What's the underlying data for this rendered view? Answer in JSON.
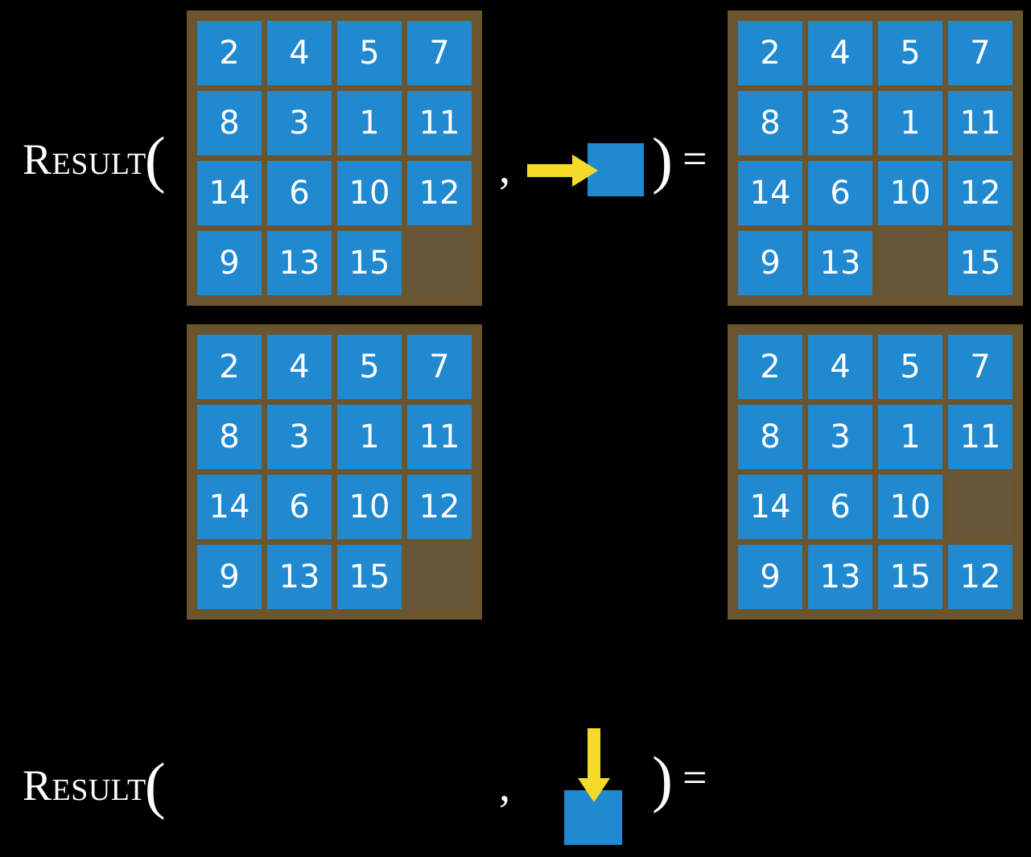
{
  "labels": {
    "function_name": "Result",
    "open_paren": "(",
    "close_paren": ")",
    "comma": ",",
    "equals": "="
  },
  "colors": {
    "background": "#000000",
    "tile": "#2089d0",
    "tile_text": "#ffffff",
    "board_frame": "#6b552e",
    "empty_cell": "#655737",
    "arrow": "#f5da2a",
    "text": "#ffffff"
  },
  "rows": [
    {
      "id": "row-right-move",
      "label": "Result",
      "action": {
        "icon": "arrow-right-icon",
        "direction": "right",
        "description": "slide tile right"
      },
      "input_board": {
        "name": "input-board-row-1",
        "grid": [
          [
            "2",
            "4",
            "5",
            "7"
          ],
          [
            "8",
            "3",
            "1",
            "11"
          ],
          [
            "14",
            "6",
            "10",
            "12"
          ],
          [
            "9",
            "13",
            "15",
            ""
          ]
        ]
      },
      "output_board": {
        "name": "output-board-row-1",
        "grid": [
          [
            "2",
            "4",
            "5",
            "7"
          ],
          [
            "8",
            "3",
            "1",
            "11"
          ],
          [
            "14",
            "6",
            "10",
            "12"
          ],
          [
            "9",
            "13",
            "",
            "15"
          ]
        ]
      }
    },
    {
      "id": "row-down-move",
      "label": "Result",
      "action": {
        "icon": "arrow-down-icon",
        "direction": "down",
        "description": "slide tile down"
      },
      "input_board": {
        "name": "input-board-row-2",
        "grid": [
          [
            "2",
            "4",
            "5",
            "7"
          ],
          [
            "8",
            "3",
            "1",
            "11"
          ],
          [
            "14",
            "6",
            "10",
            "12"
          ],
          [
            "9",
            "13",
            "15",
            ""
          ]
        ]
      },
      "output_board": {
        "name": "output-board-row-2",
        "grid": [
          [
            "2",
            "4",
            "5",
            "7"
          ],
          [
            "8",
            "3",
            "1",
            "11"
          ],
          [
            "14",
            "6",
            "10",
            ""
          ],
          [
            "9",
            "13",
            "15",
            "12"
          ]
        ]
      }
    }
  ]
}
